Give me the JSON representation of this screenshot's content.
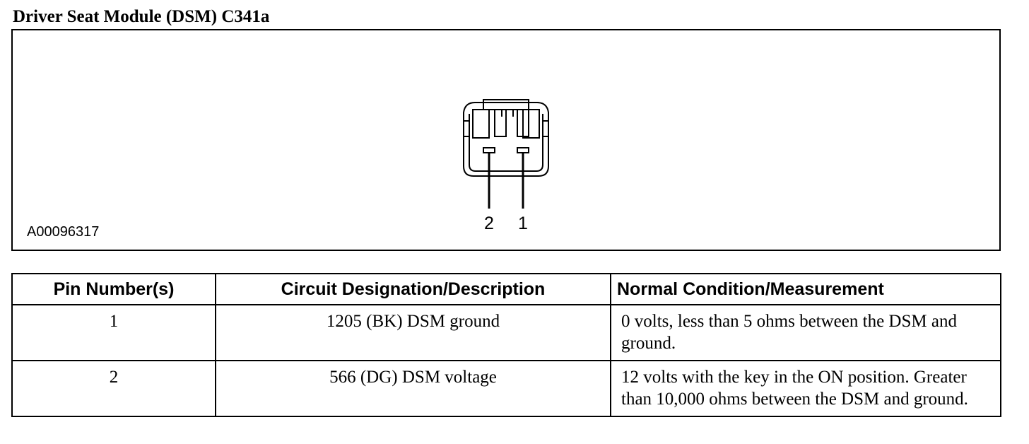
{
  "title": "Driver Seat Module (DSM) C341a",
  "figure": {
    "id": "A00096317",
    "connector_icon": "two-pin-connector-face",
    "pin_labels": [
      "2",
      "1"
    ]
  },
  "table": {
    "headers": [
      "Pin Number(s)",
      "Circuit Designation/Description",
      "Normal Condition/Measurement"
    ],
    "rows": [
      {
        "pin": "1",
        "circuit": "1205 (BK) DSM ground",
        "condition": "0 volts, less than 5 ohms between the DSM and ground."
      },
      {
        "pin": "2",
        "circuit": "566 (DG) DSM voltage",
        "condition": "12 volts with the key in the ON position. Greater than 10,000 ohms between the DSM and ground."
      }
    ]
  }
}
